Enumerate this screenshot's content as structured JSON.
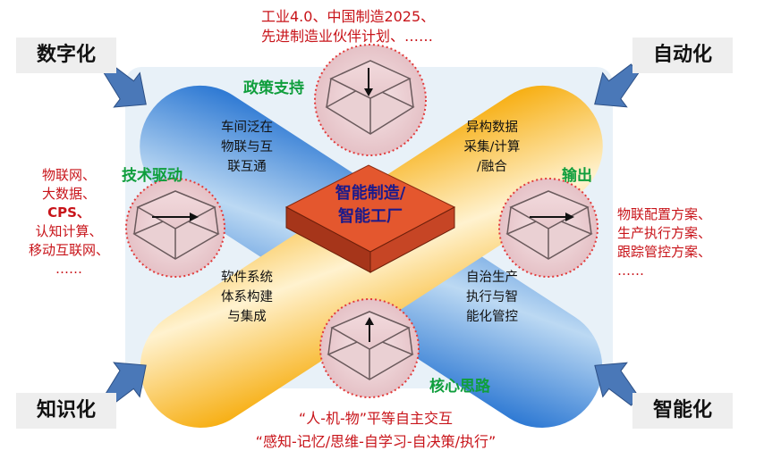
{
  "corners": {
    "top_left": "数字化",
    "top_right": "自动化",
    "bottom_left": "知识化",
    "bottom_right": "智能化"
  },
  "center": {
    "line1": "智能制造/",
    "line2": "智能工厂"
  },
  "sections": {
    "top": {
      "label": "政策支持",
      "red_lines": [
        "工业4.0、中国制造2025、",
        "先进制造业伙伴计划、……"
      ]
    },
    "left": {
      "label": "技术驱动",
      "red_lines": [
        "物联网、",
        "大数据、",
        "CPS、",
        "认知计算、",
        "移动互联网、",
        "……"
      ]
    },
    "right": {
      "label": "输出",
      "red_lines": [
        "物联配置方案、",
        "生产执行方案、",
        "跟踪管控方案、",
        "……"
      ]
    },
    "bottom": {
      "label": "核心思路",
      "red_lines": [
        "“人-机-物”平等自主交互",
        "“感知-记忆/思维-自学习-自决策/执行”"
      ]
    }
  },
  "bands": {
    "upper_left": [
      "车间泛在",
      "物联与互",
      "联互通"
    ],
    "upper_right": [
      "异构数据",
      "采集/计算",
      "/融合"
    ],
    "lower_left": [
      "软件系统",
      "体系构建",
      "与集成"
    ],
    "lower_right": [
      "自治生产",
      "执行与智",
      "能化管控"
    ]
  },
  "colors": {
    "blue_band": "#2f7fd6",
    "yellow_band": "#f7b52a",
    "center_box": "#e4572e",
    "background_panel": "#e8f1f8",
    "red_text": "#c8141a",
    "green_label": "#0f9e3c",
    "arrow": "#4a78b8"
  },
  "icons": {
    "corner_arrows": "arrow-icon",
    "key_top": "arrow-down-icon",
    "key_left": "arrow-right-icon",
    "key_right": "arrow-right-icon",
    "key_bottom": "arrow-up-icon"
  }
}
